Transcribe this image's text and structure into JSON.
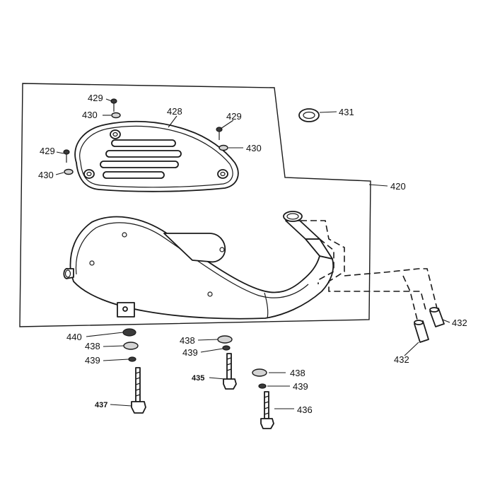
{
  "callouts": {
    "c420": "420",
    "c428": "428",
    "c429a": "429",
    "c429b": "429",
    "c429c": "429",
    "c430a": "430",
    "c430b": "430",
    "c430c": "430",
    "c431": "431",
    "c432a": "432",
    "c432b": "432",
    "c435": "435",
    "c436": "436",
    "c437": "437",
    "c438a": "438",
    "c438b": "438",
    "c438c": "438",
    "c439a": "439",
    "c439b": "439",
    "c439c": "439",
    "c440": "440"
  }
}
